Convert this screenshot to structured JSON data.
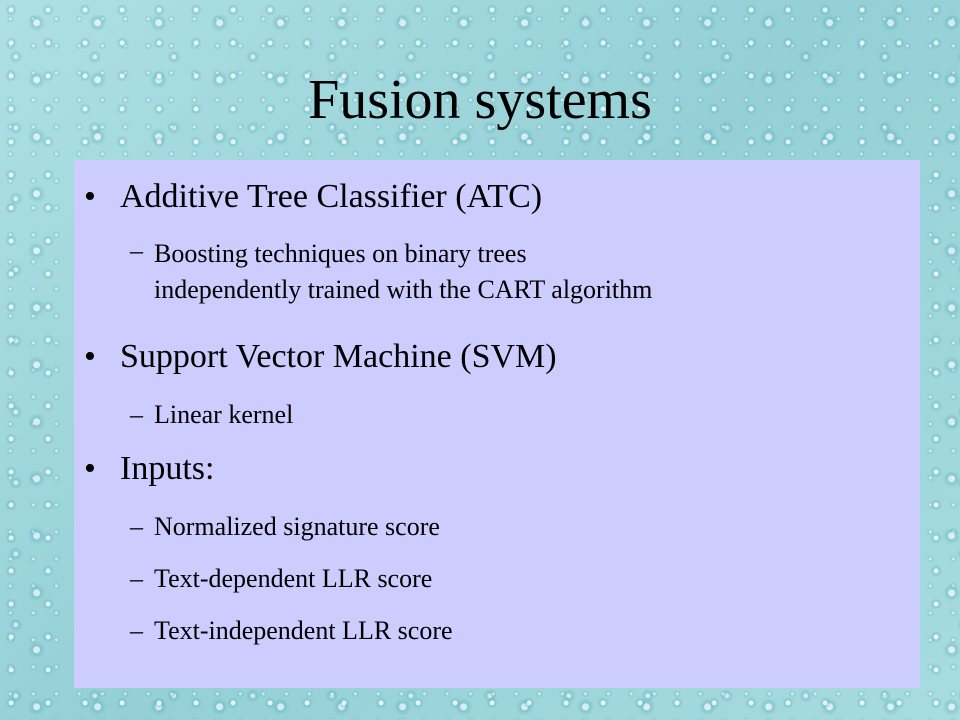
{
  "slide": {
    "title": "Fusion systems",
    "bullet_glyph": "•",
    "dash_glyph": "–",
    "items": [
      {
        "text": "Additive Tree Classifier (ATC)"
      },
      {
        "text_line1": "Boosting techniques on binary trees",
        "text_line2": "independently trained with the CART algorithm"
      },
      {
        "text": "Support Vector Machine (SVM)"
      },
      {
        "text": "Linear kernel"
      },
      {
        "text": "Inputs:"
      },
      {
        "text": "Normalized signature score"
      },
      {
        "text": "Text-dependent LLR score"
      },
      {
        "text": "Text-independent LLR score"
      }
    ]
  },
  "colors": {
    "background": "#9fd6db",
    "panel": "#ccccff",
    "text": "#000000"
  }
}
